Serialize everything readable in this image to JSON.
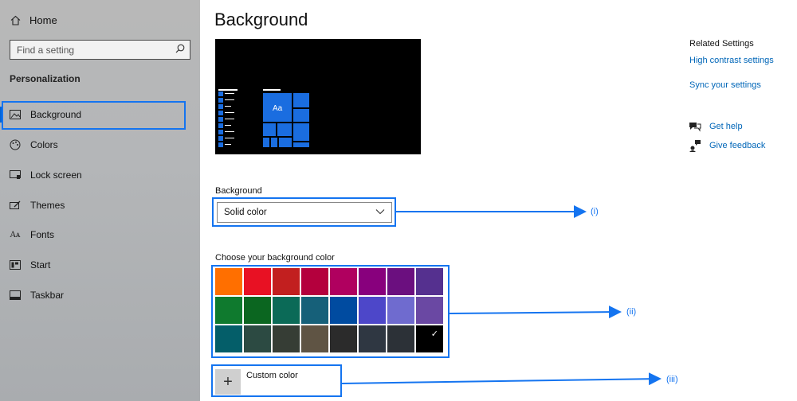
{
  "sidebar": {
    "home_label": "Home",
    "search_placeholder": "Find a setting",
    "section_title": "Personalization",
    "items": [
      {
        "label": "Background",
        "icon": "picture-icon"
      },
      {
        "label": "Colors",
        "icon": "palette-icon"
      },
      {
        "label": "Lock screen",
        "icon": "lock-screen-icon"
      },
      {
        "label": "Themes",
        "icon": "brush-icon"
      },
      {
        "label": "Fonts",
        "icon": "fonts-icon"
      },
      {
        "label": "Start",
        "icon": "start-icon"
      },
      {
        "label": "Taskbar",
        "icon": "taskbar-icon"
      }
    ],
    "active_item": "Background"
  },
  "main": {
    "title": "Background",
    "preview_tile_text": "Aa",
    "background_label": "Background",
    "background_value": "Solid color",
    "choose_color_label": "Choose your background color",
    "swatches": [
      "#ff6f00",
      "#e81123",
      "#c21f1f",
      "#b4003d",
      "#b0005f",
      "#88007d",
      "#6b0f7f",
      "#55308f",
      "#0f7a2e",
      "#0b6620",
      "#0b6a57",
      "#166079",
      "#004ba0",
      "#4d47c9",
      "#6f6bcf",
      "#6a48a3",
      "#045e69",
      "#2c4a42",
      "#363d35",
      "#5f5444",
      "#2b2b2b",
      "#2f3742",
      "#2c3137",
      "#000000"
    ],
    "selected_swatch_index": 23,
    "custom_color_label": "Custom color"
  },
  "related": {
    "title": "Related Settings",
    "links": [
      "High contrast settings",
      "Sync your settings"
    ],
    "get_help": "Get help",
    "give_feedback": "Give feedback"
  },
  "annotations": {
    "i": "(i)",
    "ii": "(ii)",
    "iii": "(iii)",
    "highlight_color": "#1474f0"
  },
  "colors": {
    "accent": "#0063d8",
    "link": "#0066b8",
    "tile_blue": "#1a6de0"
  }
}
